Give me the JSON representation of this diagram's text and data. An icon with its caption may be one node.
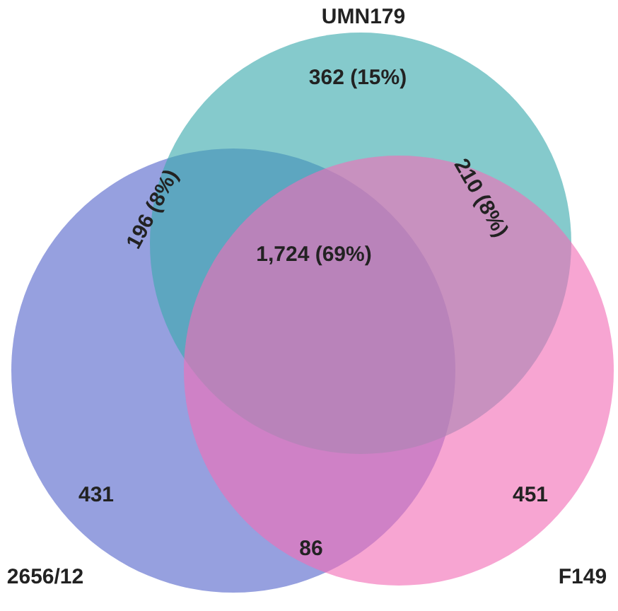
{
  "diagram": {
    "nodes": [
      {
        "text": [
          "UMN179"
        ]
      },
      {
        "text": [
          "2656/12"
        ]
      },
      {
        "text": [
          "F149"
        ]
      }
    ],
    "labels": [
      "362 (15%)",
      "196 (8%)",
      "210 (8%)",
      "1,724 (69%)",
      "431",
      "451",
      "86"
    ]
  }
}
